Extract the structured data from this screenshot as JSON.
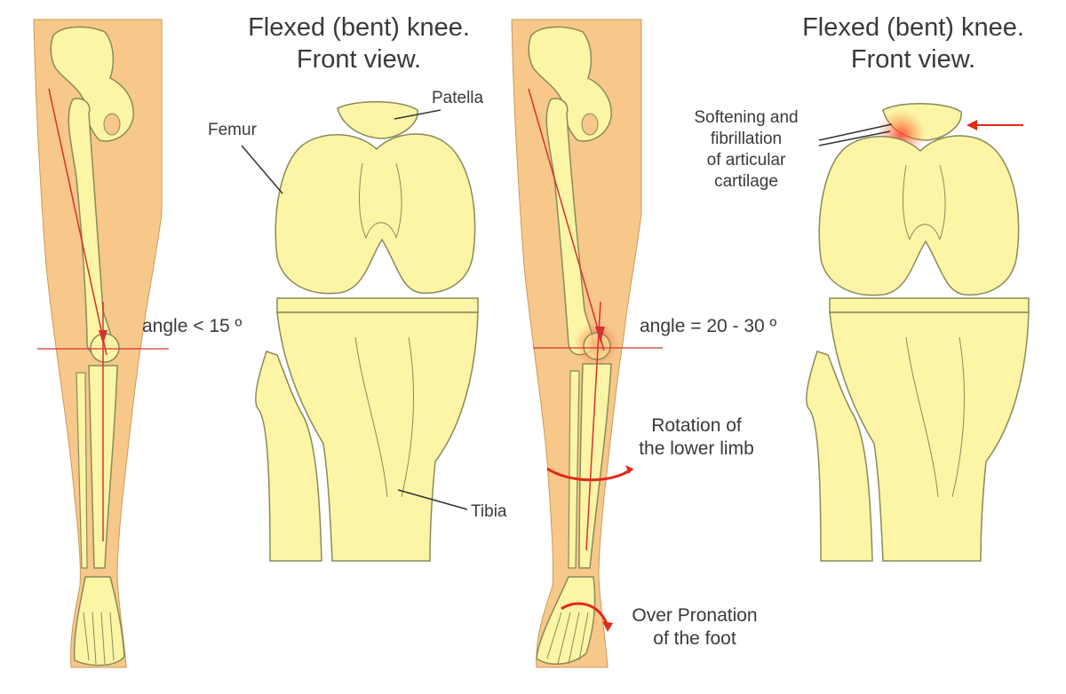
{
  "panels": [
    {
      "title_line1": "Flexed (bent) knee.",
      "title_line2": "Front view.",
      "labels": {
        "patella": "Patella",
        "femur": "Femur",
        "tibia": "Tibia",
        "angle": "angle < 15 º"
      }
    },
    {
      "title_line1": "Flexed (bent) knee.",
      "title_line2": "Front view.",
      "labels": {
        "cartilage_1": "Softening and",
        "cartilage_2": "fibrillation",
        "cartilage_3": "of articular",
        "cartilage_4": "cartilage",
        "angle": "angle = 20 - 30 º",
        "rotation_1": "Rotation of",
        "rotation_2": "the lower limb",
        "pronation_1": "Over Pronation",
        "pronation_2": "of the foot"
      }
    }
  ],
  "colors": {
    "leg_skin": "#f7c88a",
    "bone_fill": "#fbf5a5",
    "bone_stroke": "#8a8a5a",
    "axis_red": "#d93030",
    "accent_red": "#e02a1a",
    "label_text": "#3a3a3a"
  }
}
